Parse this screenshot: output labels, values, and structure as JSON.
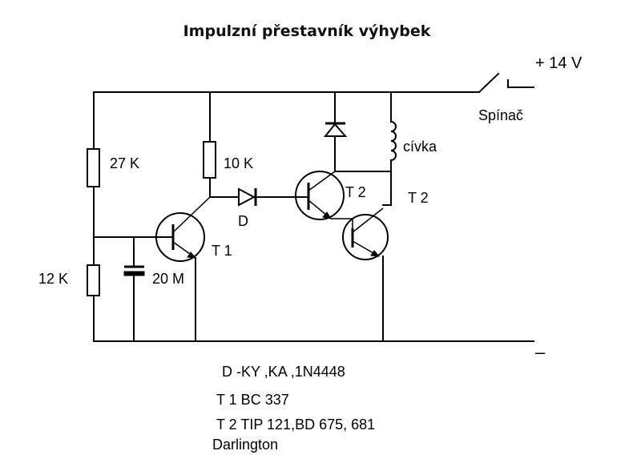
{
  "title": "Impulzní přestavník výhybek",
  "labels": {
    "supply_plus": "+ 14 V",
    "switch": "Spínač",
    "coil": "cívka",
    "r1": "27 K",
    "r2": "10 K",
    "r3": "12 K",
    "cap": "20 M",
    "diode": "D",
    "t1": "T 1",
    "t2a": "T 2",
    "t2b": "T 2",
    "minus": "–"
  },
  "notes": [
    "D -KY ,KA ,1N4448",
    "T 1  BC 337",
    "T 2  TIP 121,BD 675, 681",
    "Darlington"
  ]
}
